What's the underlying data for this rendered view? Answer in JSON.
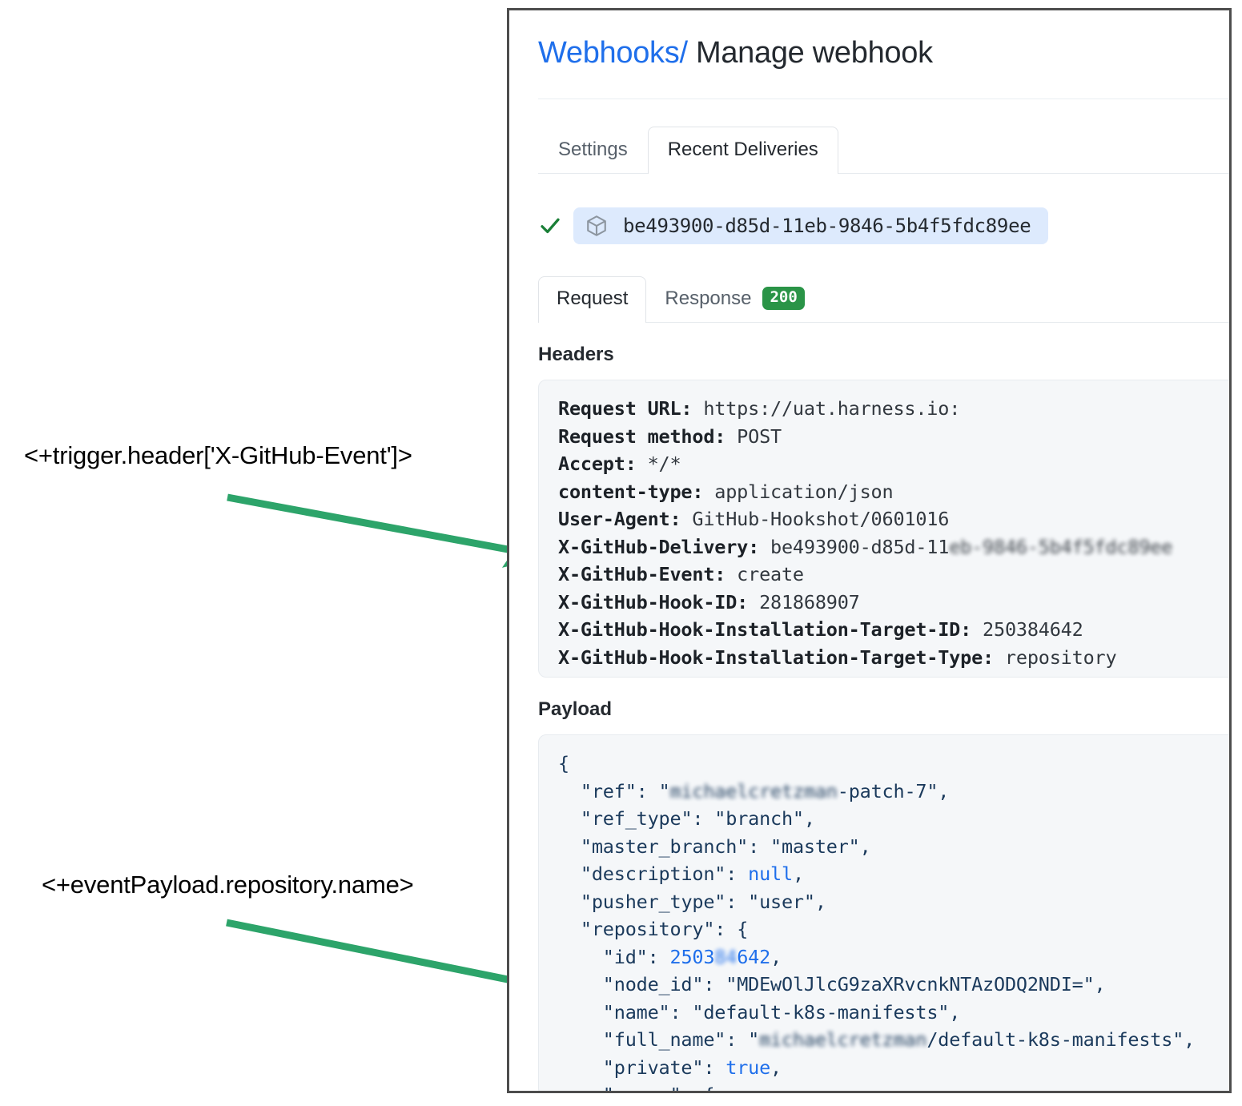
{
  "annotations": [
    {
      "id": "header-annotation",
      "text": "<+trigger.header['X-GitHub-Event']>"
    },
    {
      "id": "payload-annotation",
      "text": "<+eventPayload.repository.name>"
    }
  ],
  "colors": {
    "arrow_green": "#2da46a",
    "link_blue": "#1f6feb",
    "badge_green": "#2a9447",
    "code_bg": "#f5f7f9",
    "chip_blue": "#ddeafd"
  },
  "breadcrumb": {
    "link": "Webhooks",
    "separator": "/",
    "current": "Manage webhook"
  },
  "tabs": [
    {
      "label": "Settings",
      "active": false
    },
    {
      "label": "Recent Deliveries",
      "active": true
    }
  ],
  "delivery": {
    "status_icon": "check-icon",
    "package_icon": "cube-icon",
    "guid": "be493900-d85d-11eb-9846-5b4f5fdc89ee"
  },
  "subtabs": [
    {
      "label": "Request",
      "active": true,
      "badge": ""
    },
    {
      "label": "Response",
      "active": false,
      "badge": "200"
    }
  ],
  "sections": {
    "headers_title": "Headers",
    "payload_title": "Payload"
  },
  "headers": [
    {
      "key": "Request URL:",
      "value": " https://uat.harness.io:",
      "redacted": ""
    },
    {
      "key": "Request method:",
      "value": " POST",
      "redacted": ""
    },
    {
      "key": "Accept:",
      "value": " */*",
      "redacted": ""
    },
    {
      "key": "content-type:",
      "value": " application/json",
      "redacted": ""
    },
    {
      "key": "User-Agent:",
      "value": " GitHub-Hookshot/0601016",
      "redacted": ""
    },
    {
      "key": "X-GitHub-Delivery:",
      "value": " be493900-d85d-11",
      "redacted": "eb-9846-5b4f5fdc89ee"
    },
    {
      "key": "X-GitHub-Event:",
      "value": " create",
      "redacted": ""
    },
    {
      "key": "X-GitHub-Hook-ID:",
      "value": " 281868907",
      "redacted": ""
    },
    {
      "key": "X-GitHub-Hook-Installation-Target-ID:",
      "value": " 250384642",
      "redacted": ""
    },
    {
      "key": "X-GitHub-Hook-Installation-Target-Type:",
      "value": " repository",
      "redacted": ""
    }
  ],
  "payload_lines": [
    {
      "indent": 0,
      "segments": [
        {
          "t": "{",
          "c": "j-punct"
        }
      ]
    },
    {
      "indent": 1,
      "segments": [
        {
          "t": "\"ref\"",
          "c": "j-key"
        },
        {
          "t": ": ",
          "c": "j-punct"
        },
        {
          "t": "\"",
          "c": "j-str"
        },
        {
          "t": "michaelcretzman",
          "c": "j-str",
          "redact": true
        },
        {
          "t": "-patch-7\",",
          "c": "j-str"
        }
      ]
    },
    {
      "indent": 1,
      "segments": [
        {
          "t": "\"ref_type\"",
          "c": "j-key"
        },
        {
          "t": ": ",
          "c": "j-punct"
        },
        {
          "t": "\"branch\",",
          "c": "j-str"
        }
      ]
    },
    {
      "indent": 1,
      "segments": [
        {
          "t": "\"master_branch\"",
          "c": "j-key"
        },
        {
          "t": ": ",
          "c": "j-punct"
        },
        {
          "t": "\"master\",",
          "c": "j-str"
        }
      ]
    },
    {
      "indent": 1,
      "segments": [
        {
          "t": "\"description\"",
          "c": "j-key"
        },
        {
          "t": ": ",
          "c": "j-punct"
        },
        {
          "t": "null",
          "c": "j-kw"
        },
        {
          "t": ",",
          "c": "j-punct"
        }
      ]
    },
    {
      "indent": 1,
      "segments": [
        {
          "t": "\"pusher_type\"",
          "c": "j-key"
        },
        {
          "t": ": ",
          "c": "j-punct"
        },
        {
          "t": "\"user\",",
          "c": "j-str"
        }
      ]
    },
    {
      "indent": 1,
      "segments": [
        {
          "t": "\"repository\"",
          "c": "j-key"
        },
        {
          "t": ": {",
          "c": "j-punct"
        }
      ]
    },
    {
      "indent": 2,
      "segments": [
        {
          "t": "\"id\"",
          "c": "j-key"
        },
        {
          "t": ": ",
          "c": "j-punct"
        },
        {
          "t": "2503",
          "c": "j-num"
        },
        {
          "t": "84",
          "c": "j-num",
          "redact": true
        },
        {
          "t": "642",
          "c": "j-num"
        },
        {
          "t": ",",
          "c": "j-punct"
        }
      ]
    },
    {
      "indent": 2,
      "segments": [
        {
          "t": "\"node_id\"",
          "c": "j-key"
        },
        {
          "t": ": ",
          "c": "j-punct"
        },
        {
          "t": "\"MDEwOlJlcG9zaXRvcnkNTAzODQ2NDI=\",",
          "c": "j-str"
        }
      ]
    },
    {
      "indent": 2,
      "segments": [
        {
          "t": "\"name\"",
          "c": "j-key"
        },
        {
          "t": ": ",
          "c": "j-punct"
        },
        {
          "t": "\"default-k8s-manifests\",",
          "c": "j-str"
        }
      ]
    },
    {
      "indent": 2,
      "segments": [
        {
          "t": "\"full_name\"",
          "c": "j-key"
        },
        {
          "t": ": ",
          "c": "j-punct"
        },
        {
          "t": "\"",
          "c": "j-str"
        },
        {
          "t": "michaelcretzman",
          "c": "j-str",
          "redact": true
        },
        {
          "t": "/default-k8s-manifests\",",
          "c": "j-str"
        }
      ]
    },
    {
      "indent": 2,
      "segments": [
        {
          "t": "\"private\"",
          "c": "j-key"
        },
        {
          "t": ": ",
          "c": "j-punct"
        },
        {
          "t": "true",
          "c": "j-kw"
        },
        {
          "t": ",",
          "c": "j-punct"
        }
      ]
    },
    {
      "indent": 2,
      "segments": [
        {
          "t": "\"owner\"",
          "c": "j-key"
        },
        {
          "t": ": {",
          "c": "j-punct"
        }
      ]
    }
  ]
}
